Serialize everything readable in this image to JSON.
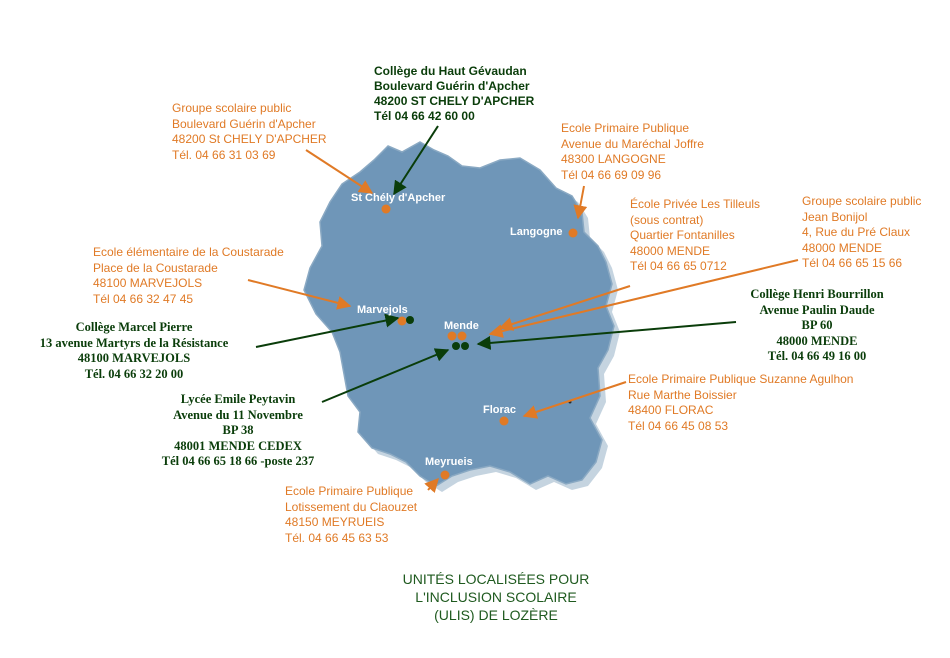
{
  "title_lines": [
    "UNITÉS LOCALISÉES POUR",
    "L'INCLUSION SCOLAIRE",
    "(ULIS) DE LOZÈRE"
  ],
  "towns": {
    "st_chely": "St Chély d'Apcher",
    "langogne": "Langogne",
    "marvejols": "Marvejols",
    "mende": "Mende",
    "florac": "Florac",
    "meyrueis": "Meyrueis"
  },
  "schools": {
    "college_haut_gevaudan": [
      "Collège du Haut Gévaudan",
      "Boulevard Guérin d'Apcher",
      "48200 ST CHELY D'APCHER",
      "Tél 04 66 42 60 00"
    ],
    "groupe_st_chely": [
      "Groupe scolaire public",
      "Boulevard Guérin d'Apcher",
      "48200 St CHELY D'APCHER",
      "Tél. 04 66 31 03 69"
    ],
    "ecole_langogne": [
      "Ecole Primaire Publique",
      "Avenue du Maréchal Joffre",
      "48300 LANGOGNE",
      "Tél 04 66 69 09 96"
    ],
    "ecole_tilleuls": [
      "École Privée Les Tilleuls",
      "(sous contrat)",
      "Quartier Fontanilles",
      "48000 MENDE",
      "Tél 04 66 65 0712"
    ],
    "groupe_bonijol": [
      "Groupe scolaire public",
      "Jean Bonijol",
      "4, Rue du Pré Claux",
      "48000 MENDE",
      "Tél 04 66 65 15 66"
    ],
    "ecole_coustarade": [
      "Ecole élémentaire de la Coustarade",
      "Place de la Coustarade",
      "48100 MARVEJOLS",
      "Tél 04 66 32 47 45"
    ],
    "college_marcel_pierre": [
      "Collège Marcel Pierre",
      "13 avenue Martyrs de la Résistance",
      "48100 MARVEJOLS",
      "Tél. 04 66 32 20 00"
    ],
    "college_bourrillon": [
      "Collège Henri Bourrillon",
      "Avenue Paulin Daude",
      "BP 60",
      "48000 MENDE",
      "Tél. 04 66 49 16 00"
    ],
    "lycee_peytavin": [
      "Lycée Emile Peytavin",
      "Avenue du 11 Novembre",
      "BP 38",
      "48001 MENDE CEDEX",
      "Tél 04 66 65 18 66 -poste 237"
    ],
    "ecole_agulhon": [
      "Ecole Primaire Publique Suzanne Agulhon",
      "Rue Marthe Boissier",
      "48400 FLORAC",
      "Tél 04 66 45 08 53"
    ],
    "ecole_meyrueis": [
      "Ecole Primaire Publique",
      "Lotissement du Claouzet",
      "48150 MEYRUEIS",
      "Tél. 04 66 45 63 53"
    ]
  },
  "colors": {
    "department_fill": "#6f96b8",
    "department_shadow": "#9fb8cc",
    "school_primary": "#e07a26",
    "school_secondary": "#0a3d0a",
    "title": "#1f5a1f"
  }
}
